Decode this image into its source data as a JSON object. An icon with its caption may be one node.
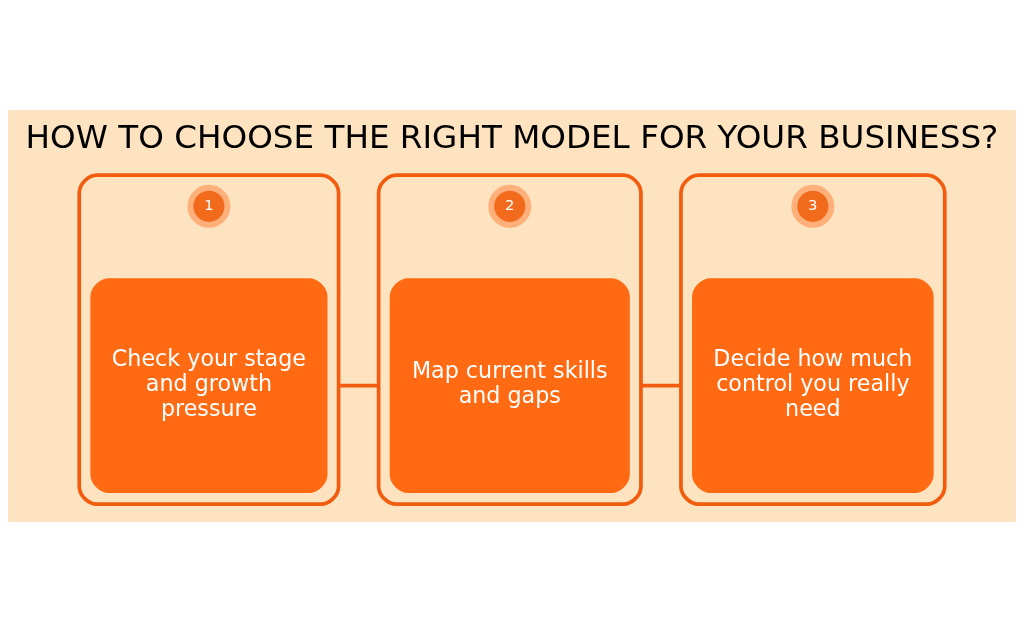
{
  "diagram": {
    "title": "HOW TO CHOOSE THE RIGHT MODEL FOR YOUR BUSINESS?",
    "nodes": [
      {
        "text": [],
        "shape": "box"
      },
      {
        "text": [
          "1"
        ],
        "in": 0
      },
      {
        "text": [
          "Check your stage and growth pressure"
        ],
        "in": 0
      },
      {
        "text": [],
        "shape": "box"
      },
      {
        "text": [
          "2"
        ],
        "in": 3
      },
      {
        "text": [
          "Map current skills and gaps"
        ],
        "in": 3
      },
      {
        "text": [],
        "shape": "box"
      },
      {
        "text": [
          "3"
        ],
        "in": 6
      },
      {
        "text": [
          "Decide how much control you really need"
        ],
        "in": 6
      }
    ],
    "edges": [
      {
        "from": 0,
        "to": 3,
        "arrow": "none"
      },
      {
        "from": 3,
        "to": 6,
        "arrow": "none"
      }
    ]
  }
}
